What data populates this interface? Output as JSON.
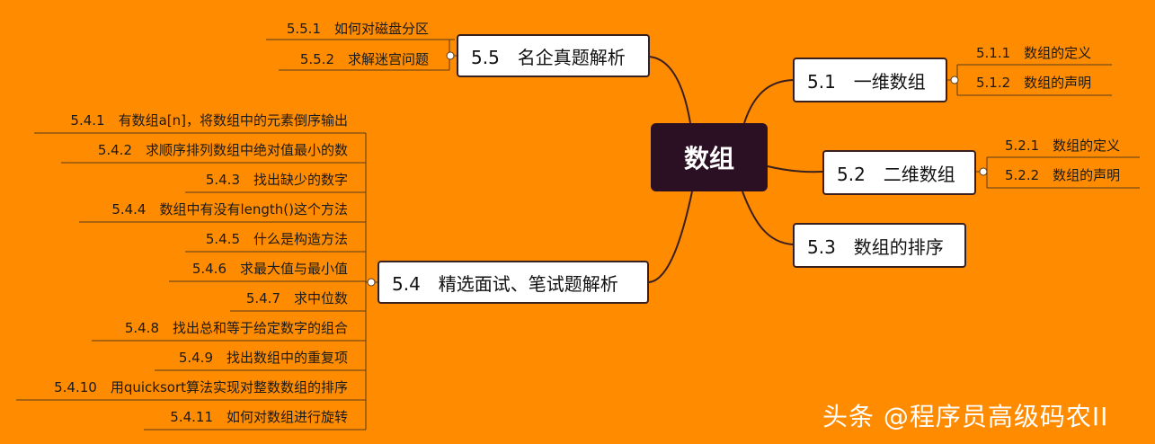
{
  "center": {
    "label": "数组"
  },
  "topics": {
    "t51": "5.1　一维数组",
    "t52": "5.2　二维数组",
    "t53": "5.3　数组的排序",
    "t54": "5.4　精选面试、笔试题解析",
    "t55": "5.5　名企真题解析"
  },
  "subs": {
    "s511": "5.1.1　数组的定义",
    "s512": "5.1.2　数组的声明",
    "s521": "5.2.1　数组的定义",
    "s522": "5.2.2　数组的声明",
    "s551": "5.5.1　如何对磁盘分区",
    "s552": "5.5.2　求解迷宫问题",
    "s541": "5.4.1　有数组a[n]，将数组中的元素倒序输出",
    "s542": "5.4.2　求顺序排列数组中绝对值最小的数",
    "s543": "5.4.3　找出缺少的数字",
    "s544": "5.4.4　数组中有没有length()这个方法",
    "s545": "5.4.5　什么是构造方法",
    "s546": "5.4.6　求最大值与最小值",
    "s547": "5.4.7　求中位数",
    "s548": "5.4.8　找出总和等于给定数字的组合",
    "s549": "5.4.9　找出数组中的重复项",
    "s5410": "5.4.10　用quicksort算法实现对整数数组的排序",
    "s5411": "5.4.11　如何对数组进行旋转"
  },
  "watermark": "头条 @程序员高级码农II",
  "colors": {
    "background": "#FF8C00",
    "center_fill": "#2B0F22",
    "topic_fill": "#FFFFFF",
    "line": "#3A1F1F"
  }
}
